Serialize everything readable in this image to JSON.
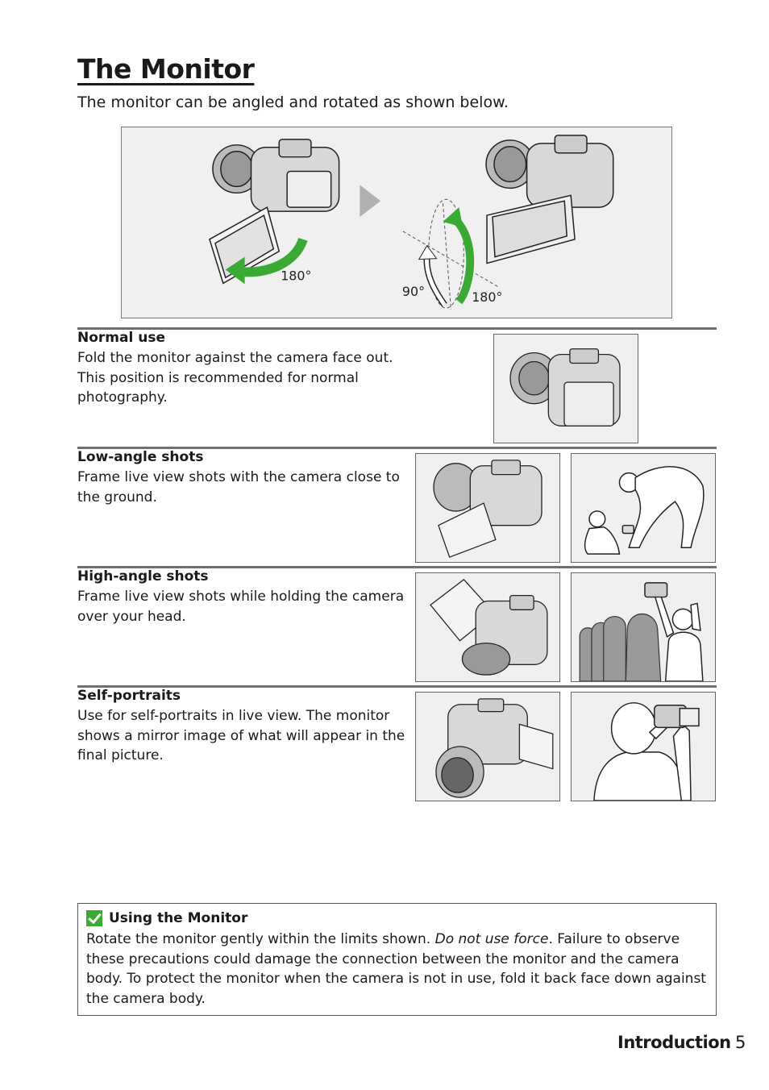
{
  "page": {
    "title": "The Monitor",
    "intro": "The monitor can be angled and rotated as shown below."
  },
  "figure": {
    "label_180_left": "180°",
    "label_90": "90°",
    "label_180_right": "180°",
    "accent_color": "#3aaa35"
  },
  "sections": [
    {
      "title": "Normal use",
      "lines": [
        "Fold the monitor against the camera face out.",
        "This position is recommended for normal",
        "photography."
      ]
    },
    {
      "title": "Low-angle shots",
      "lines": [
        "Frame live view shots with the camera close to",
        "the ground."
      ]
    },
    {
      "title": "High-angle shots",
      "lines": [
        "Frame live view shots while holding the camera",
        "over your head."
      ]
    },
    {
      "title": "Self-portraits",
      "lines": [
        "Use for self-portraits in live view.  The monitor",
        "shows a mirror image of what will appear in the",
        "final picture."
      ]
    }
  ],
  "note": {
    "icon": "check-icon",
    "title": "Using the Monitor",
    "body_before": "Rotate the monitor gently within the limits shown.  ",
    "body_emphasis": "Do not use force",
    "body_after": ".  Failure to observe these precautions could damage the connection between the monitor and the camera body.  To protect the monitor when the camera is not in use, fold it back face down against the camera body."
  },
  "footer": {
    "section": "Introduction",
    "page_number": "5"
  }
}
